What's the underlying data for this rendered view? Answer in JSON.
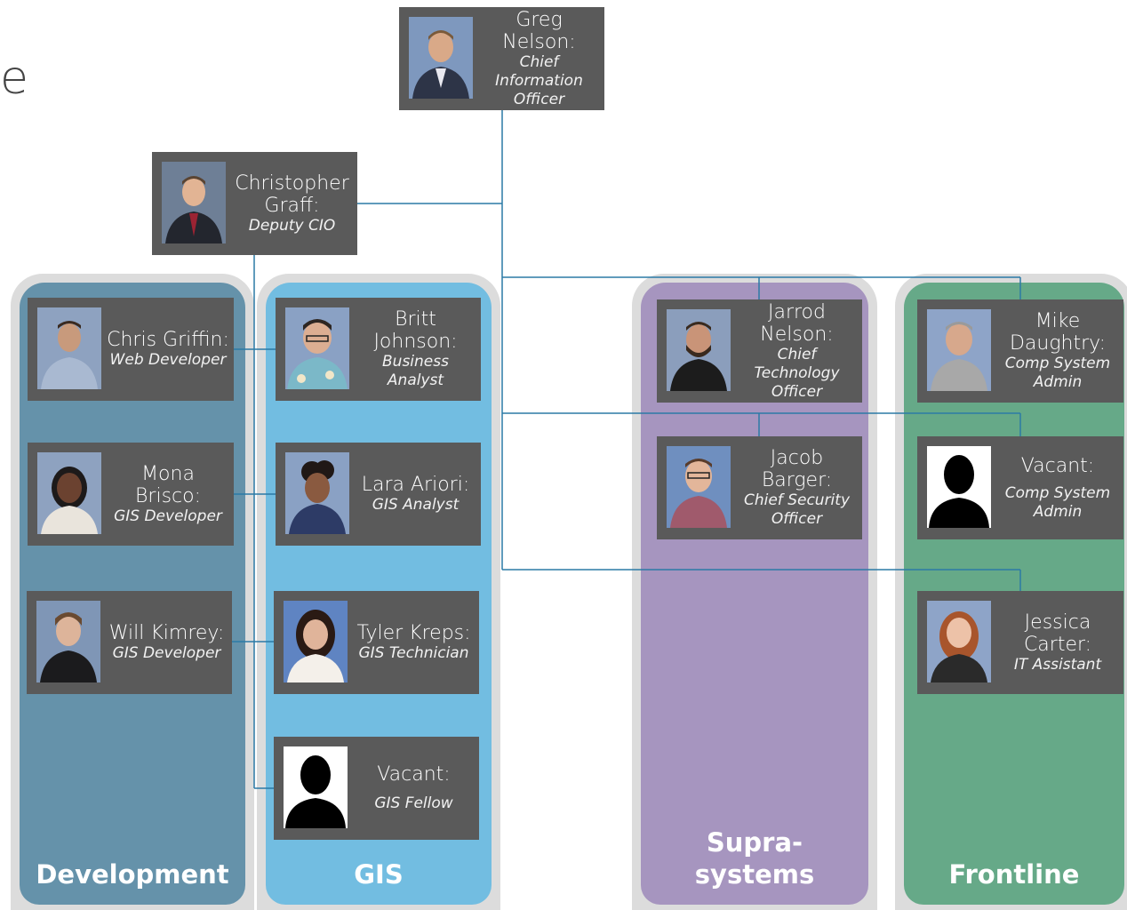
{
  "header_glyph": "e",
  "leadership": {
    "cio": {
      "name": "Greg Nelson:",
      "role": "Chief Information Officer"
    },
    "deputy": {
      "name": "Christopher Graff:",
      "role": "Deputy CIO"
    }
  },
  "teams": {
    "development": {
      "label": "Development",
      "color": "#6592aa",
      "members": [
        {
          "name": "Chris Griffin:",
          "role": "Web Developer"
        },
        {
          "name": "Mona Brisco:",
          "role": "GIS Developer"
        },
        {
          "name": "Will Kimrey:",
          "role": "GIS Developer"
        }
      ]
    },
    "gis": {
      "label": "GIS",
      "color": "#72bde1",
      "members": [
        {
          "name": "Britt Johnson:",
          "role": "Business Analyst"
        },
        {
          "name": "Lara Ariori:",
          "role": "GIS Analyst"
        },
        {
          "name": "Tyler Kreps:",
          "role": "GIS Technician"
        },
        {
          "name": "Vacant:",
          "role": "GIS Fellow"
        }
      ]
    },
    "suprasystems": {
      "label": "Supra- systems",
      "color": "#a695bf",
      "members": [
        {
          "name": "Jarrod Nelson:",
          "role": "Chief Technology Officer"
        },
        {
          "name": "Jacob Barger:",
          "role": "Chief Security Officer"
        }
      ]
    },
    "frontline": {
      "label": "Frontline",
      "color": "#66a988",
      "members": [
        {
          "name": "Mike Daughtry:",
          "role": "Comp System Admin"
        },
        {
          "name": "Vacant:",
          "role": "Comp System Admin"
        },
        {
          "name": "Jessica Carter:",
          "role": "IT Assistant"
        }
      ]
    }
  },
  "colors": {
    "card": "#5a5a5a",
    "connector": "#2b7aa6",
    "panel_border": "#dcdcdc"
  }
}
